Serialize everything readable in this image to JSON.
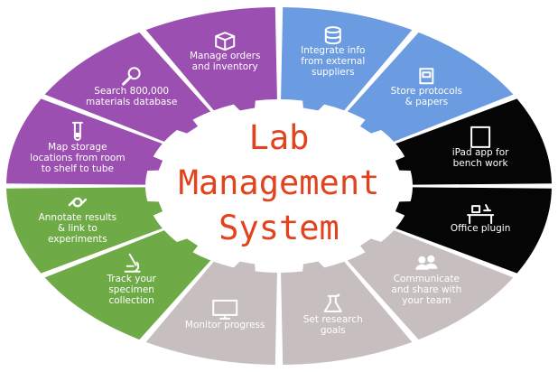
{
  "center": {
    "title_lines": [
      "Lab",
      "Management",
      "System"
    ]
  },
  "colors": {
    "purple": "#9b4fb0",
    "blue": "#6b9be0",
    "black": "#050505",
    "gray": "#c7bfbf",
    "green": "#6eaa46",
    "title": "#e2431e"
  },
  "segments": [
    {
      "id": "integrate",
      "lines": [
        "Integrate info",
        "from external",
        "suppliers"
      ],
      "icon": "database-icon",
      "color": "#6b9be0"
    },
    {
      "id": "protocols",
      "lines": [
        "Store protocols",
        "& papers"
      ],
      "icon": "document-icon",
      "color": "#6b9be0"
    },
    {
      "id": "ipad",
      "lines": [
        "iPad app for",
        "bench work"
      ],
      "icon": "tablet-icon",
      "color": "#050505"
    },
    {
      "id": "office",
      "lines": [
        "Office plugin"
      ],
      "icon": "desk-icon",
      "color": "#050505"
    },
    {
      "id": "communicate",
      "lines": [
        "Communicate",
        "and share with",
        "your team"
      ],
      "icon": "team-icon",
      "color": "#c7bfbf"
    },
    {
      "id": "research",
      "lines": [
        "Set research",
        "goals"
      ],
      "icon": "flask-icon",
      "color": "#c7bfbf"
    },
    {
      "id": "monitor",
      "lines": [
        "Monitor progress"
      ],
      "icon": "monitor-icon",
      "color": "#c7bfbf"
    },
    {
      "id": "specimen",
      "lines": [
        "Track your",
        "specimen",
        "collection"
      ],
      "icon": "microscope-icon",
      "color": "#6eaa46"
    },
    {
      "id": "annotate",
      "lines": [
        "Annotate results",
        "& link to",
        "experiments"
      ],
      "icon": "link-icon",
      "color": "#6eaa46"
    },
    {
      "id": "storage",
      "lines": [
        "Map storage",
        "locations from room",
        "to shelf to tube"
      ],
      "icon": "test-tube-icon",
      "color": "#9b4fb0"
    },
    {
      "id": "search",
      "lines": [
        "Search 800,000",
        "materials database"
      ],
      "icon": "magnifier-icon",
      "color": "#9b4fb0"
    },
    {
      "id": "orders",
      "lines": [
        "Manage orders",
        "and inventory"
      ],
      "icon": "box-icon",
      "color": "#9b4fb0"
    }
  ]
}
